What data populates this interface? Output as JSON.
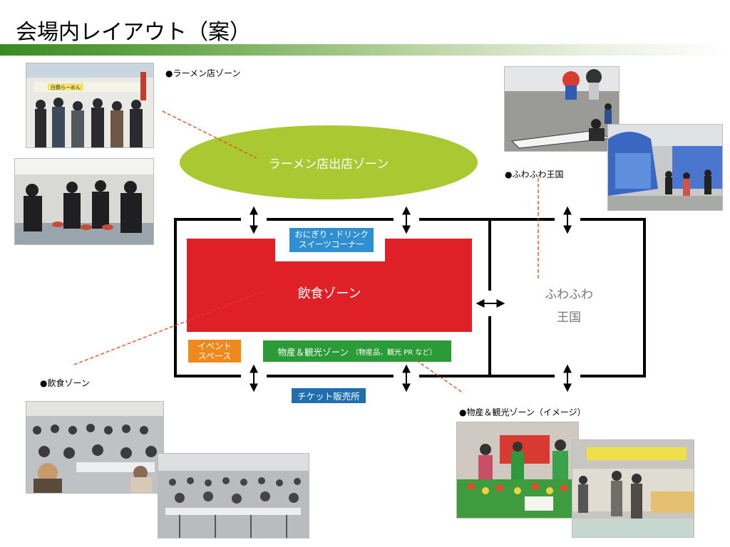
{
  "page": {
    "title": "会場内レイアウト（案）"
  },
  "captions": {
    "ramen": "●ラーメン店ゾーン",
    "fuwa": "●ふわふわ王国",
    "food": "●飲食ゾーン",
    "bussan": "●物産＆観光ゾーン（イメージ）"
  },
  "zones": {
    "ramen_zone": "ラーメン店出店ゾーン",
    "onigiri_line1": "おにぎり・ドリンク",
    "onigiri_line2": "スイーツコーナー",
    "food_zone": "飲食ゾーン",
    "event_line1": "イベント",
    "event_line2": "スペース",
    "bussan_main": "物産＆観光ゾーン",
    "bussan_sub": "（物産品、観光 PR など）",
    "ticket": "チケット販売所",
    "fuwa_line1": "ふわふわ",
    "fuwa_line2": "王国"
  },
  "photo_signs": {
    "ramen_stall": "白鶴らーめん"
  },
  "colors": {
    "title_bar": "#3a8a22",
    "ramen_zone": "#a9c832",
    "food_zone": "#e02027",
    "onigiri_label": "#2f8fd0",
    "event_space": "#ee8a1c",
    "bussan_zone": "#2a9b36",
    "ticket": "#1f6fae",
    "leader_line": "#e0451b"
  },
  "icons": {
    "arrow": "double-headed-arrow-icon",
    "photo": "photo-image"
  }
}
